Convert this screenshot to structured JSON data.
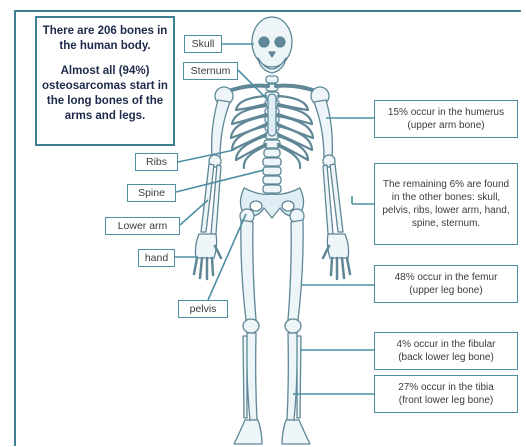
{
  "intro": {
    "line1": "There are 206 bones in the human body.",
    "line2": "Almost all (94%) osteosarcomas start in the long bones of the arms and legs."
  },
  "labels": {
    "skull": "Skull",
    "sternum": "Sternum",
    "ribs": "Ribs",
    "spine": "Spine",
    "lower_arm": "Lower arm",
    "hand": "hand",
    "pelvis": "pelvis"
  },
  "facts": {
    "humerus_1": "15% occur in the humerus",
    "humerus_2": "(upper arm bone)",
    "remaining": "The remaining 6% are found in the other bones: skull, pelvis, ribs, lower arm, hand, spine, sternum.",
    "femur_1": "48% occur in the femur",
    "femur_2": "(upper leg bone)",
    "fibular_1": "4% occur in the fibular",
    "fibular_2": "(back lower leg bone)",
    "tibia_1": "27% occur in the tibia",
    "tibia_2": "(front lower leg bone)"
  },
  "colors": {
    "frame": "#3f7f92",
    "connector": "#4f8fa3",
    "bone_outline": "#5f8796",
    "bone_fill": "#eef5f8"
  }
}
